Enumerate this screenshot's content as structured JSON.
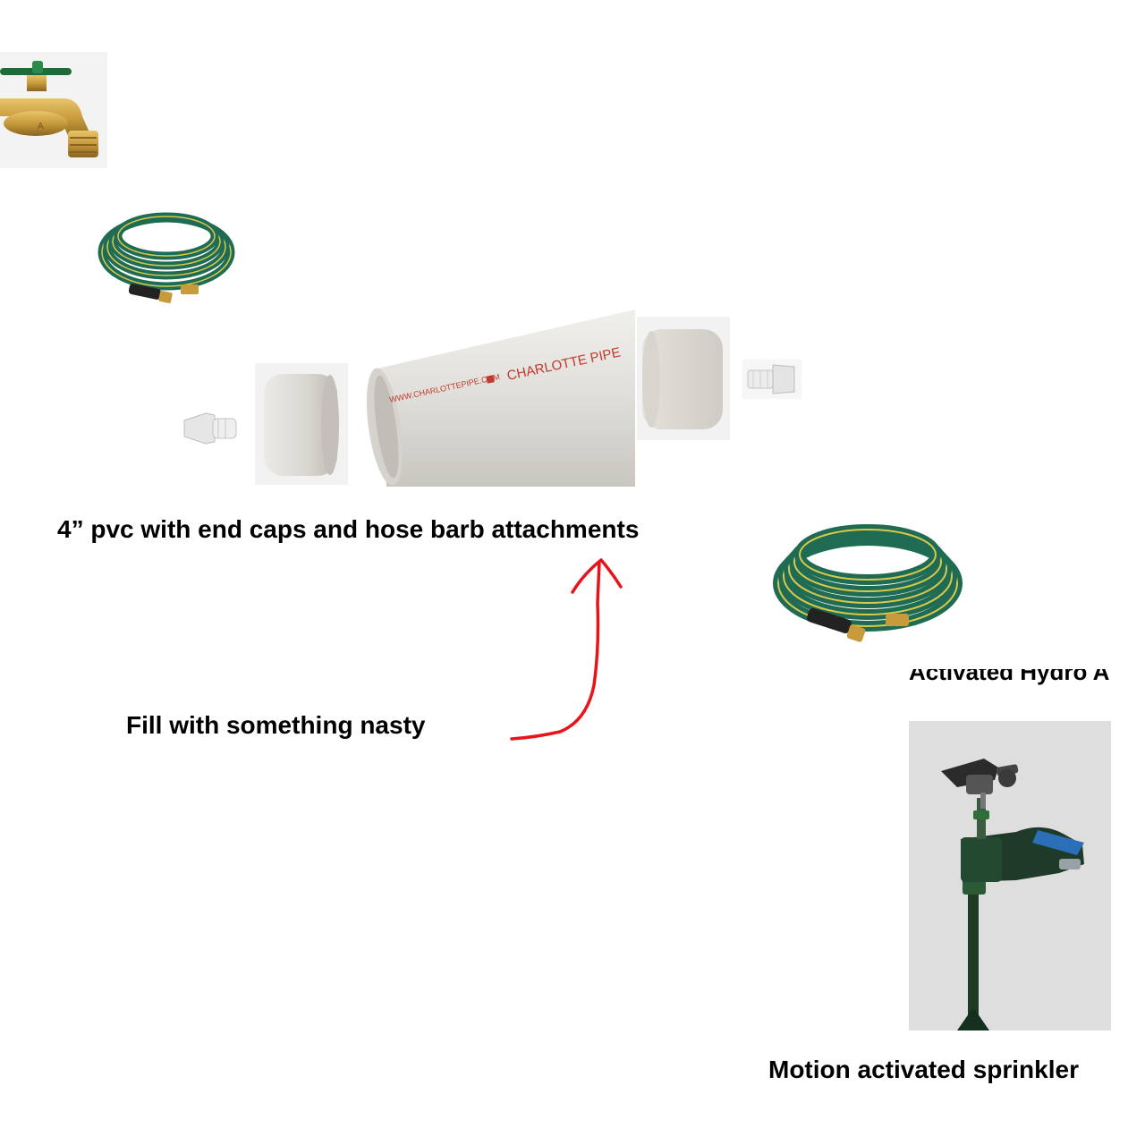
{
  "captions": {
    "pvc": "4” pvc with end caps and hose barb attachments",
    "fill": "Fill with something nasty",
    "sprinkler": "Motion activated sprinkler",
    "cropped_heading": "Activated Hydro A"
  },
  "pipe": {
    "brand_text": "CHARLOTTE PIPE",
    "url_text": "WWW.CHARLOTTEPIPE.COM"
  },
  "faucet": {
    "handle_letter": "A"
  },
  "colors": {
    "arrow": "#e8141c",
    "hose": "#1f6b54",
    "pvc": "#dcdad6",
    "brass": "#c79a3c"
  }
}
